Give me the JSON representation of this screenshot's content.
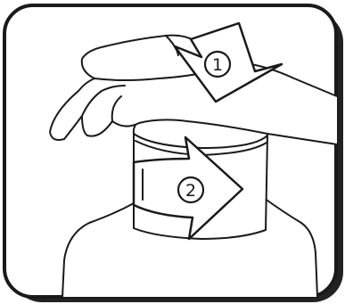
{
  "steps": {
    "step1": {
      "label": "1",
      "action": "press-down"
    },
    "step2": {
      "label": "2",
      "action": "turn"
    }
  },
  "colors": {
    "line": "#1a1a1a",
    "fill": "#ffffff",
    "shadow": "#222222",
    "background": "#ffffff"
  }
}
